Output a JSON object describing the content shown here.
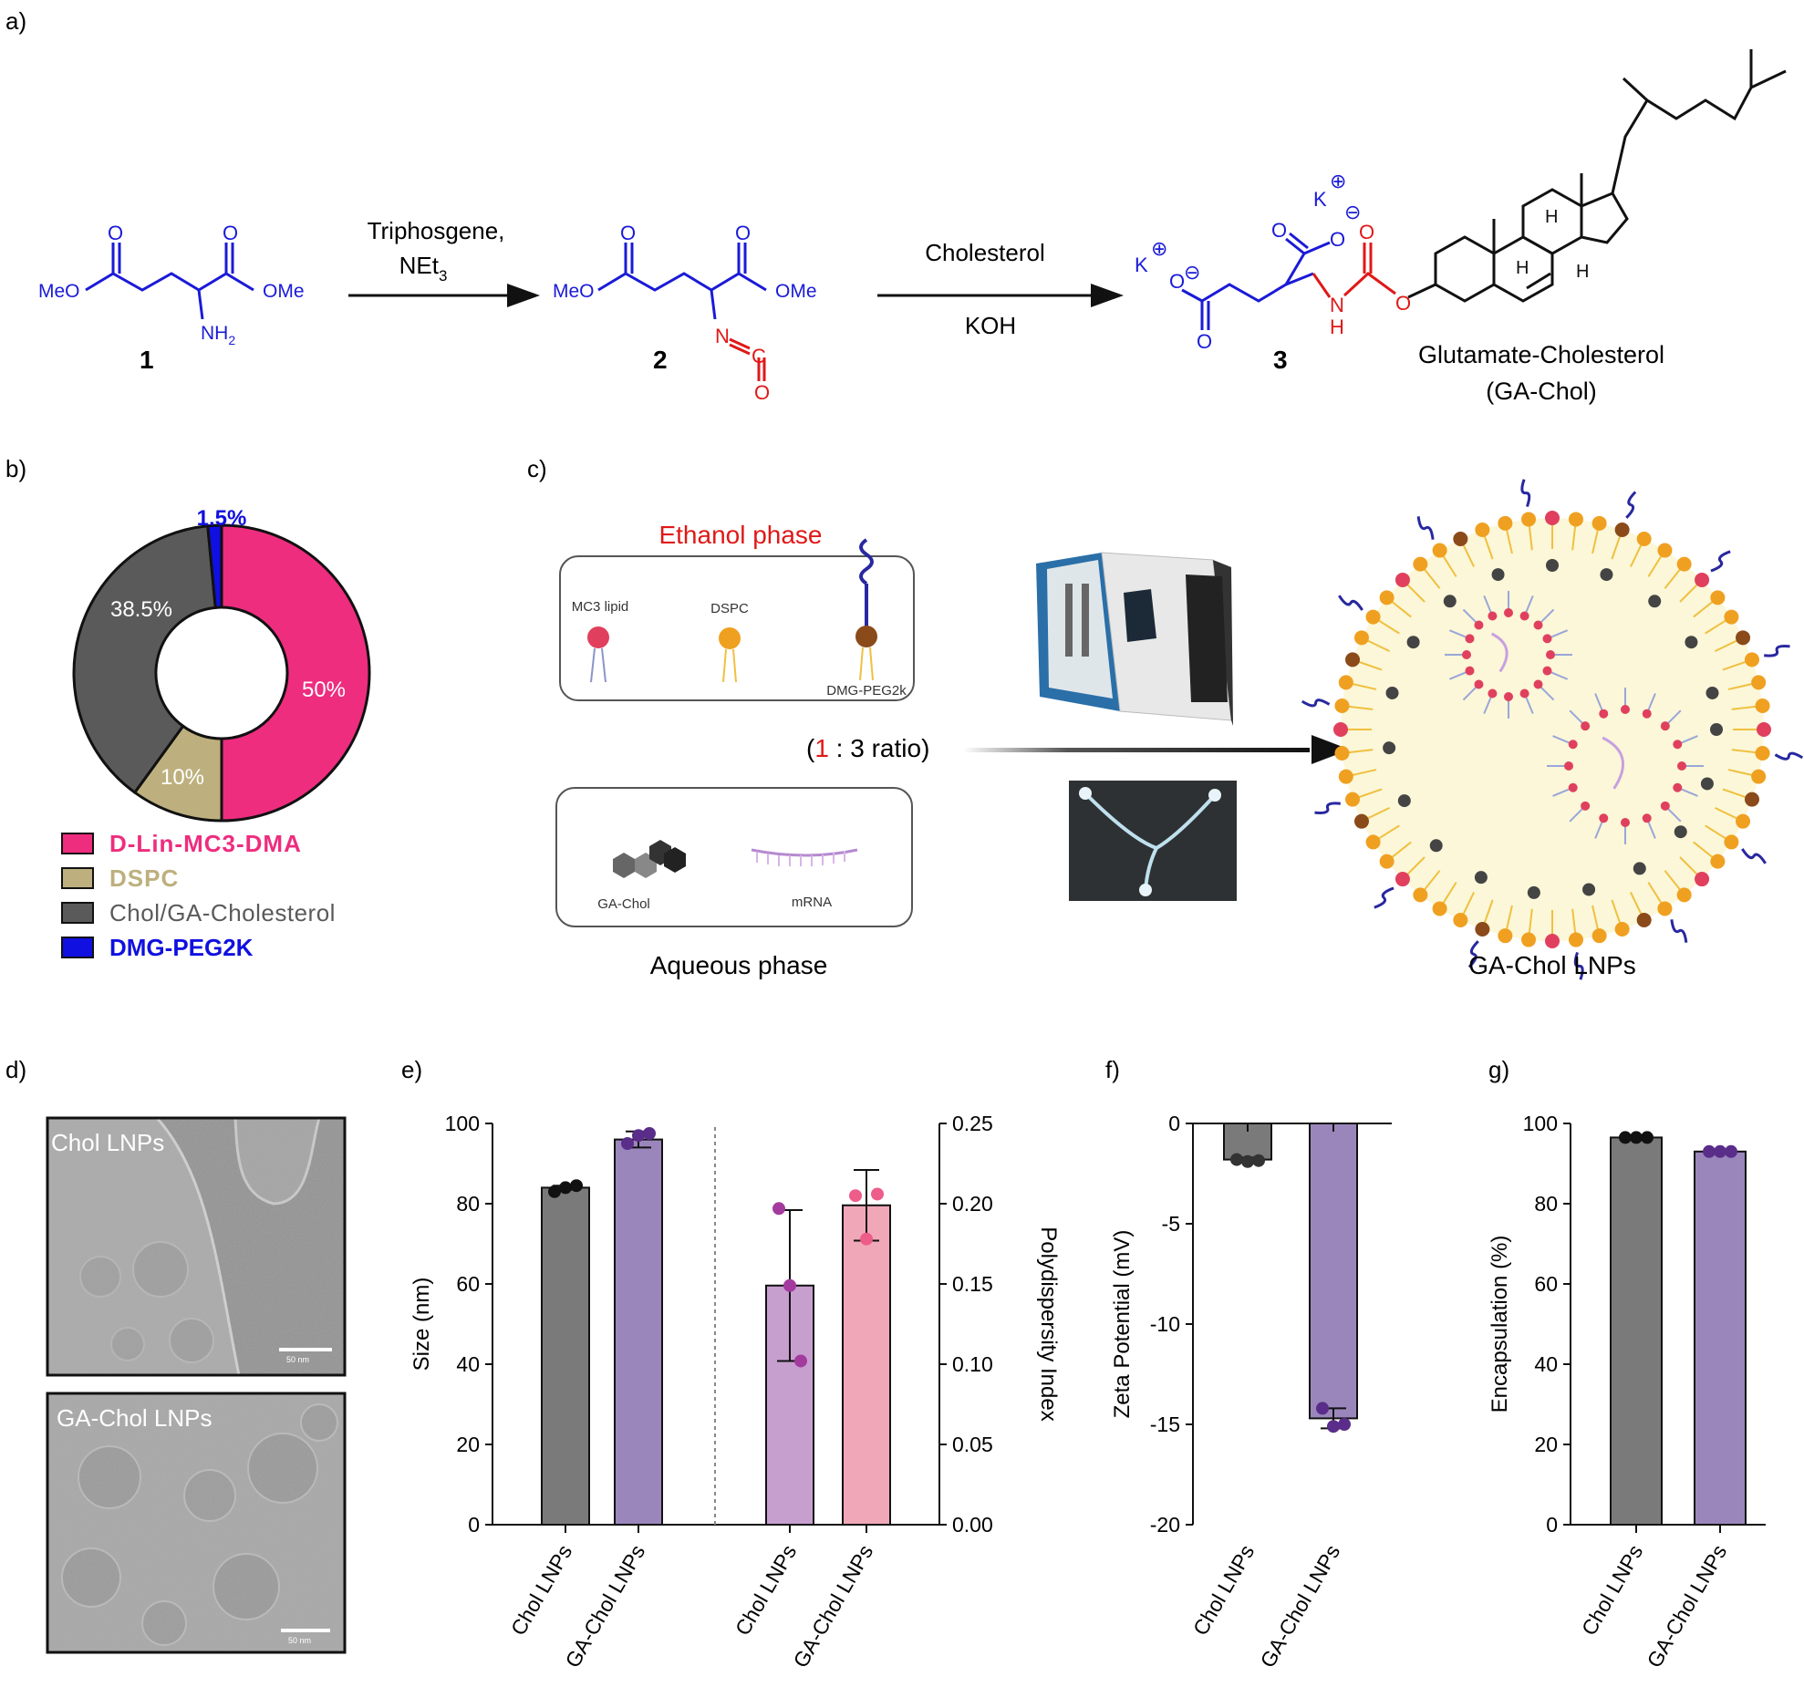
{
  "panel_letters": {
    "a": "a)",
    "b": "b)",
    "c": "c)",
    "d": "d)",
    "e": "e)",
    "f": "f)",
    "g": "g)"
  },
  "scheme": {
    "reagent1_line1": "Triphosgene,",
    "reagent1_line2": "NEt",
    "reagent1_sub": "3",
    "reagent2_top": "Cholesterol",
    "reagent2_bottom": "KOH",
    "compound1": "1",
    "compound2": "2",
    "compound3": "3",
    "product_name": "Glutamate-Cholesterol",
    "product_abbr": "(GA-Chol)",
    "labels": {
      "meo": "MeO",
      "ome": "OMe",
      "nh2": "NH",
      "nh2_sub": "2",
      "o": "O",
      "n": "N",
      "c": "C",
      "h": "H",
      "k": "K",
      "plus": "⊕",
      "minus": "⊖"
    }
  },
  "composition": {
    "labels": {
      "mc3": "50%",
      "dspc": "10%",
      "chol": "38.5%",
      "peg": "1.5%"
    },
    "legend": [
      {
        "name": "D-Lin-MC3-DMA",
        "color": "#ee2d7f"
      },
      {
        "name": "DSPC",
        "color": "#bdb07e"
      },
      {
        "name": "Chol/GA-Cholesterol",
        "color": "#5a5a5a"
      },
      {
        "name": "DMG-PEG2K",
        "color": "#1010e0"
      }
    ]
  },
  "process": {
    "ethanol_phase": "Ethanol phase",
    "lipids": [
      "MC3 lipid",
      "DSPC",
      "DMG-PEG2k"
    ],
    "aqueous_items": [
      "GA-Chol",
      "mRNA"
    ],
    "aqueous_phase": "Aqueous phase",
    "ratio_open": "(",
    "ratio_red": "1",
    "ratio_rest": " : 3 ratio)",
    "product": "GA-Chol LNPs"
  },
  "tem": {
    "top": "Chol LNPs",
    "bottom": "GA-Chol LNPs",
    "scale_top": "50 nm",
    "scale_bottom": "50 nm"
  },
  "chart_data": [
    {
      "panel": "b",
      "type": "pie",
      "categories": [
        "D-Lin-MC3-DMA",
        "DSPC",
        "Chol/GA-Cholesterol",
        "DMG-PEG2K"
      ],
      "values": [
        50,
        10,
        38.5,
        1.5
      ],
      "colors": [
        "#ee2d7f",
        "#bdb07e",
        "#5a5a5a",
        "#1010e0"
      ]
    },
    {
      "panel": "e",
      "type": "bar",
      "categories": [
        "Chol LNPs",
        "GA-Chol LNPs",
        "Chol LNPs",
        "GA-Chol LNPs"
      ],
      "ylabel": "Size (nm)",
      "ylabel_right": "Polydispersity Index",
      "ylim": [
        0,
        100
      ],
      "yticks": [
        "0",
        "20",
        "40",
        "60",
        "80",
        "100"
      ],
      "ylim_right": [
        0,
        0.25
      ],
      "yticks_right": [
        "0.00",
        "0.05",
        "0.10",
        "0.15",
        "0.20",
        "0.25"
      ],
      "series": [
        {
          "axis": "left",
          "categories": [
            "Chol LNPs",
            "GA-Chol LNPs"
          ],
          "values": [
            84,
            96
          ],
          "error": [
            0.5,
            2
          ],
          "points": [
            [
              83,
              84,
              84.5
            ],
            [
              95,
              97,
              97.5
            ]
          ],
          "colors": [
            "#7a7a7a",
            "#9a86bb"
          ],
          "dot_colors": [
            "#111111",
            "#5a2d8a"
          ]
        },
        {
          "axis": "right",
          "categories": [
            "Chol LNPs",
            "GA-Chol LNPs"
          ],
          "values": [
            0.149,
            0.199
          ],
          "error": [
            0.047,
            0.022
          ],
          "points": [
            [
              0.197,
              0.149,
              0.102
            ],
            [
              0.205,
              0.178,
              0.206
            ]
          ],
          "colors": [
            "#c79fcf",
            "#f0a8b8"
          ],
          "dot_colors": [
            "#a33b9e",
            "#ee5c8a"
          ]
        }
      ]
    },
    {
      "panel": "f",
      "type": "bar",
      "categories": [
        "Chol LNPs",
        "GA-Chol LNPs"
      ],
      "ylabel": "Zeta Potential (mV)",
      "ylim": [
        -20,
        0
      ],
      "yticks": [
        "0",
        "-5",
        "-10",
        "-15",
        "-20"
      ],
      "values": [
        -1.8,
        -14.7
      ],
      "error": [
        0.1,
        0.5
      ],
      "points": [
        [
          -1.8,
          -1.9,
          -1.85
        ],
        [
          -14.2,
          -15.1,
          -15.0
        ]
      ],
      "colors": [
        "#7a7a7a",
        "#9a86bb"
      ],
      "dot_colors": [
        "#333333",
        "#5a2d8a"
      ]
    },
    {
      "panel": "g",
      "type": "bar",
      "categories": [
        "Chol LNPs",
        "GA-Chol LNPs"
      ],
      "ylabel": "Encapsulation (%)",
      "ylim": [
        0,
        100
      ],
      "yticks": [
        "0",
        "20",
        "40",
        "60",
        "80",
        "100"
      ],
      "values": [
        96.5,
        93
      ],
      "error": [
        0.2,
        0.2
      ],
      "points": [
        [
          96.5,
          96.5,
          96.5
        ],
        [
          93,
          93,
          93
        ]
      ],
      "colors": [
        "#7a7a7a",
        "#9a86bb"
      ],
      "dot_colors": [
        "#111111",
        "#5a2d8a"
      ]
    }
  ]
}
